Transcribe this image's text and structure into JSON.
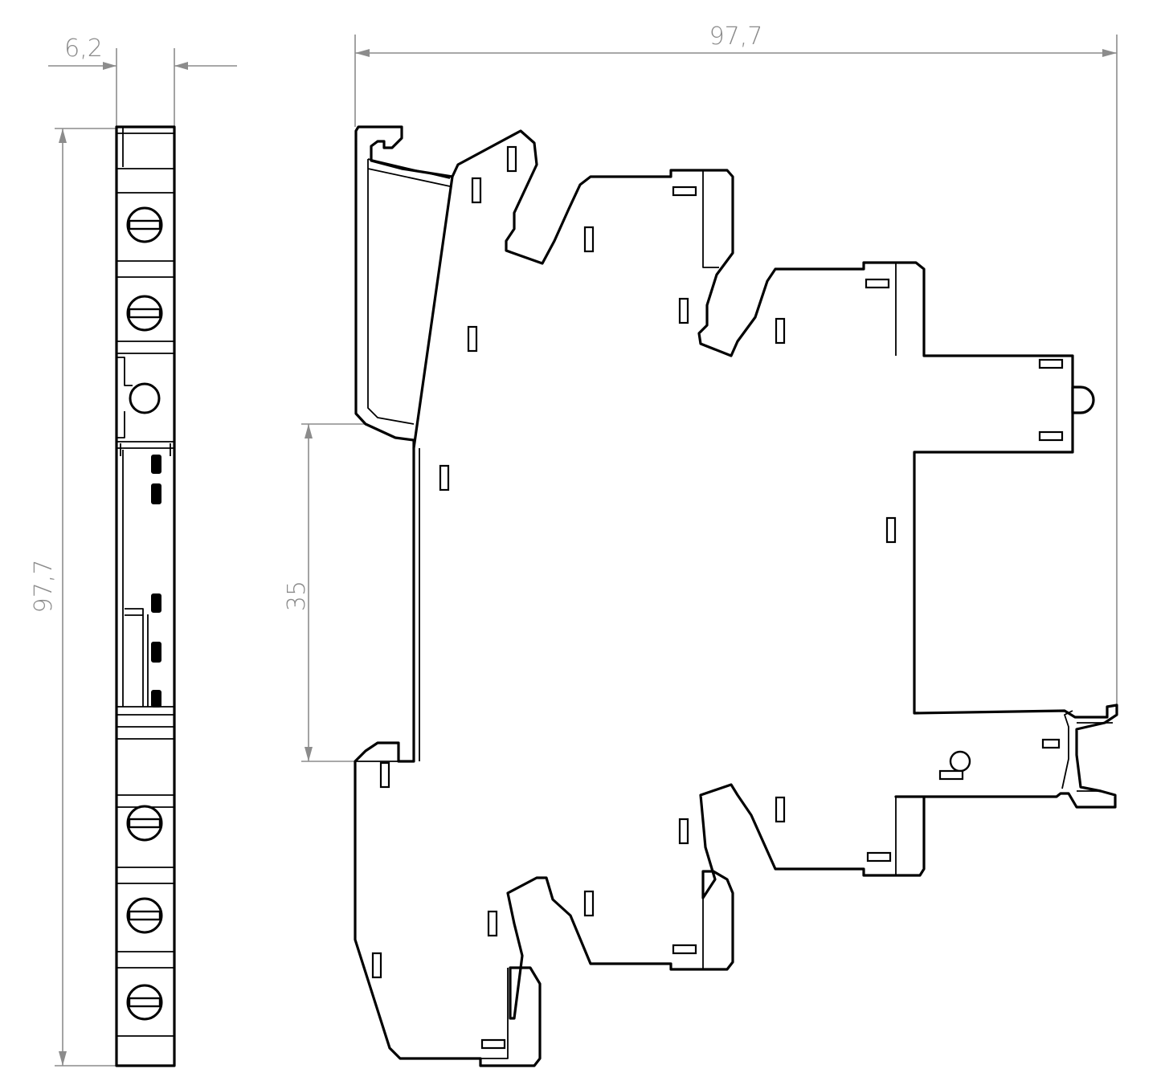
{
  "dimensions": {
    "width_label": "6,2",
    "height_label": "97,7",
    "length_label": "97,7",
    "rail_label": "35"
  },
  "colors": {
    "dimension": "#8c8c8c",
    "outline": "#000000",
    "background": "#ffffff"
  },
  "icons": {
    "screw": "screw-terminal-icon",
    "led": "led-indicator-icon"
  }
}
